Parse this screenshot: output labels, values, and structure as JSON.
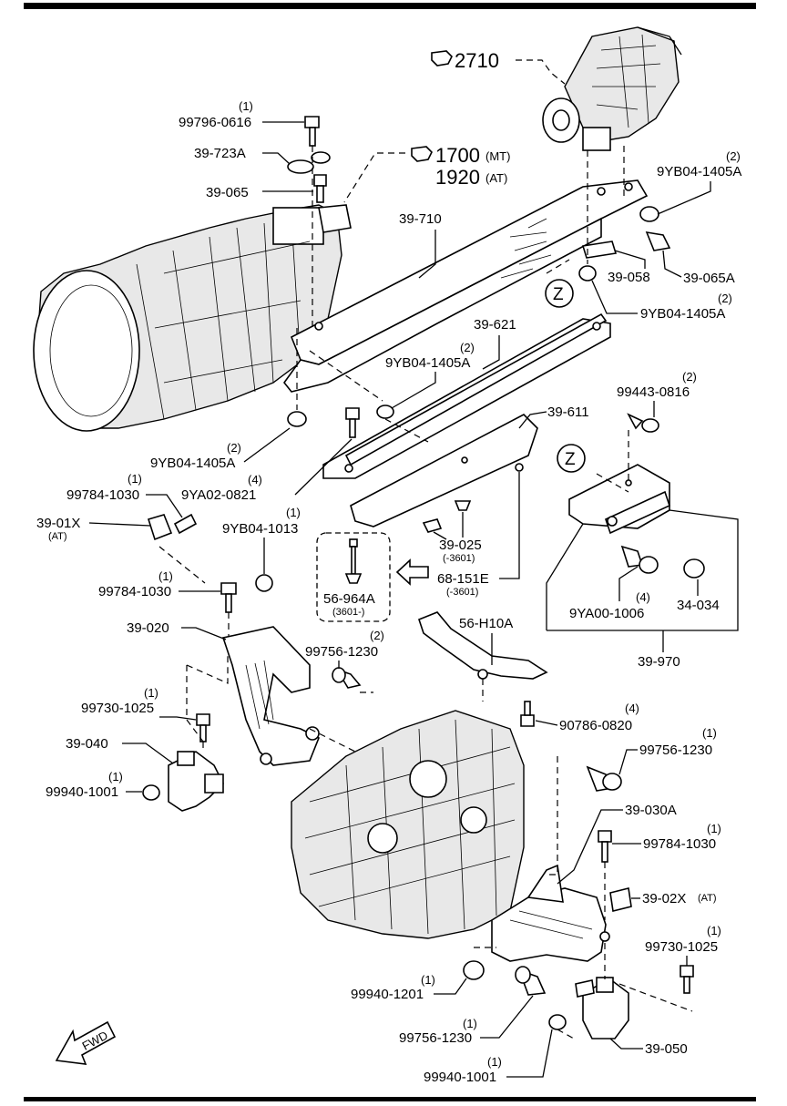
{
  "references": {
    "diff": "2710",
    "trans_mt": "1700",
    "trans_mt_suffix": "(MT)",
    "trans_at": "1920",
    "trans_at_suffix": "(AT)"
  },
  "parts": {
    "p99796_0616": {
      "code": "99796-0616",
      "qty": "(1)"
    },
    "p39_723A": {
      "code": "39-723A"
    },
    "p39_065": {
      "code": "39-065"
    },
    "p39_710": {
      "code": "39-710"
    },
    "p9YB04_1405A_tr": {
      "code": "9YB04-1405A",
      "qty": "(2)"
    },
    "p39_065A": {
      "code": "39-065A"
    },
    "p39_058": {
      "code": "39-058"
    },
    "p9YB04_1405A_r": {
      "code": "9YB04-1405A",
      "qty": "(2)"
    },
    "p39_621": {
      "code": "39-621"
    },
    "p9YB04_1405A_m": {
      "code": "9YB04-1405A",
      "qty": "(2)"
    },
    "p99443_0816": {
      "code": "99443-0816",
      "qty": "(2)"
    },
    "p39_611": {
      "code": "39-611"
    },
    "p9YB04_1405A_l": {
      "code": "9YB04-1405A",
      "qty": "(2)"
    },
    "p9YA02_0821": {
      "code": "9YA02-0821",
      "qty": "(4)"
    },
    "p99784_1030_a": {
      "code": "99784-1030",
      "qty": "(1)"
    },
    "p39_01X": {
      "code": "39-01X",
      "sub": "(AT)"
    },
    "p9YB04_1013": {
      "code": "9YB04-1013",
      "qty": "(1)"
    },
    "p39_025": {
      "code": "39-025",
      "sub": "(-3601)"
    },
    "p68_151E": {
      "code": "68-151E",
      "sub": "(-3601)"
    },
    "p56_964A": {
      "code": "56-964A",
      "sub": "(3601-)"
    },
    "p9YA00_1006": {
      "code": "9YA00-1006",
      "qty": "(4)"
    },
    "p34_034": {
      "code": "34-034"
    },
    "p39_970": {
      "code": "39-970"
    },
    "p99784_1030_b": {
      "code": "99784-1030",
      "qty": "(1)"
    },
    "p39_020": {
      "code": "39-020"
    },
    "p56_H10A": {
      "code": "56-H10A"
    },
    "p99756_1230_a": {
      "code": "99756-1230",
      "qty": "(2)"
    },
    "p99730_1025_a": {
      "code": "99730-1025",
      "qty": "(1)"
    },
    "p90786_0820": {
      "code": "90786-0820",
      "qty": "(4)"
    },
    "p39_040": {
      "code": "39-040"
    },
    "p99940_1001_a": {
      "code": "99940-1001",
      "qty": "(1)"
    },
    "p99756_1230_b": {
      "code": "99756-1230",
      "qty": "(1)"
    },
    "p39_030A": {
      "code": "39-030A"
    },
    "p99784_1030_c": {
      "code": "99784-1030",
      "qty": "(1)"
    },
    "p39_02X": {
      "code": "39-02X",
      "sub": "(AT)"
    },
    "p99730_1025_b": {
      "code": "99730-1025",
      "qty": "(1)"
    },
    "p99940_1201": {
      "code": "99940-1201",
      "qty": "(1)"
    },
    "p99756_1230_c": {
      "code": "99756-1230",
      "qty": "(1)"
    },
    "p39_050": {
      "code": "39-050"
    },
    "p99940_1001_b": {
      "code": "99940-1001",
      "qty": "(1)"
    }
  },
  "callouts": {
    "z_top": "Z",
    "z_detail": "Z"
  },
  "direction": {
    "label": "FWD"
  }
}
